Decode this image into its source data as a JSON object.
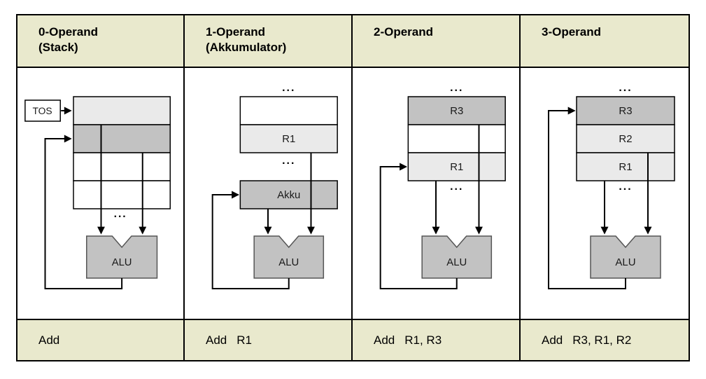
{
  "colors": {
    "band": "#e9e9cd",
    "cell_light": "#eaeaea",
    "cell_gray": "#c2c2c2",
    "cell_white": "#ffffff",
    "alu_fill": "#c2c2c2",
    "line": "#000000"
  },
  "columns": [
    {
      "header_line1": "0-Operand",
      "header_line2": "(Stack)",
      "mnemonic": "Add",
      "operands": "",
      "labels": {
        "tos": "TOS",
        "alu": "ALU",
        "dots_bottom": "..."
      }
    },
    {
      "header_line1": "1-Operand",
      "header_line2": "(Akkumulator)",
      "mnemonic": "Add",
      "operands": "R1",
      "labels": {
        "r1": "R1",
        "akku": "Akku",
        "alu": "ALU",
        "dots_top": "...",
        "dots_bottom": "..."
      }
    },
    {
      "header_line1": "2-Operand",
      "header_line2": "",
      "mnemonic": "Add",
      "operands": "R1, R3",
      "labels": {
        "r3": "R3",
        "r1": "R1",
        "alu": "ALU",
        "dots_top": "...",
        "dots_bottom": "..."
      }
    },
    {
      "header_line1": "3-Operand",
      "header_line2": "",
      "mnemonic": "Add",
      "operands": "R3, R1, R2",
      "labels": {
        "r3": "R3",
        "r2": "R2",
        "r1": "R1",
        "alu": "ALU",
        "dots_top": "...",
        "dots_bottom": "..."
      }
    }
  ]
}
